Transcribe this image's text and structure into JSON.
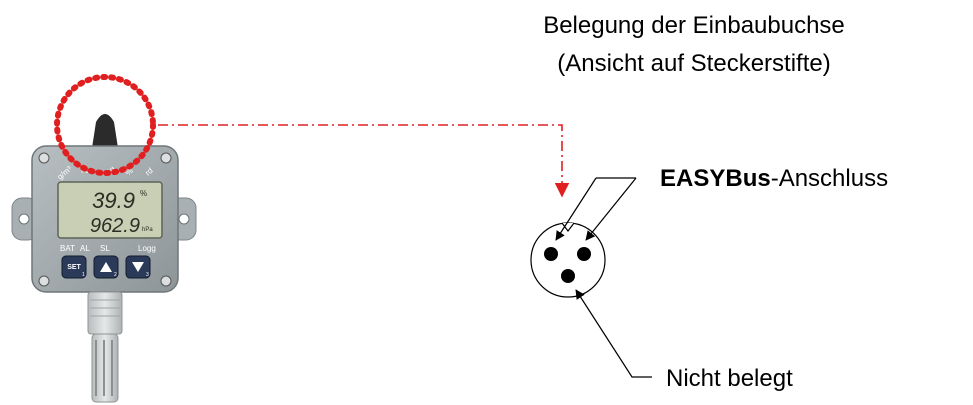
{
  "header": {
    "title_line1": "Belegung der Einbaubuchse",
    "title_line2": "(Ansicht auf Steckerstifte)"
  },
  "device": {
    "reading_top": "39.9",
    "unit_top": "%",
    "reading_bottom": "962.9",
    "unit_bottom": "hPa",
    "top_labels": [
      "g/m³",
      "°C",
      "Kg",
      "%",
      "rd"
    ],
    "indicator_labels": {
      "bat": "BAT",
      "al": "AL",
      "sl": "SL",
      "logg": "Logg"
    },
    "buttons": {
      "set_label": "SET",
      "set_number": "1",
      "up_number": "2",
      "down_number": "3"
    }
  },
  "connector": {
    "easybus_bold": "EASYBus",
    "easybus_rest": "-Anschluss",
    "unused_label": "Nicht belegt"
  },
  "colors": {
    "highlight": "#e02020",
    "device_body": "#9aa3a6",
    "lcd": "#c9cfb4"
  }
}
